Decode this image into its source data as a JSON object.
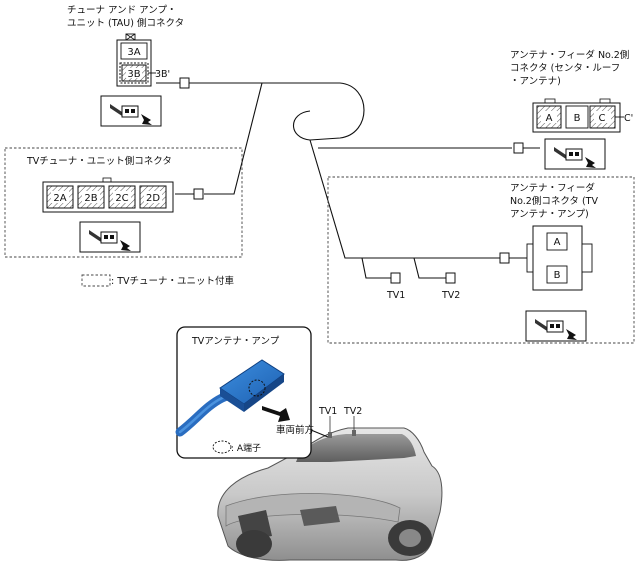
{
  "tau_connector": {
    "title_line1": "チューナ アンド アンプ・",
    "title_line2": "ユニット (TAU) 側コネクタ",
    "pin_top": "3A",
    "pin_bottom": "3B",
    "pin_callout": "3B'"
  },
  "tv_tuner_connector": {
    "title": "TVチューナ・ユニット側コネクタ",
    "pins": [
      "2A",
      "2B",
      "2C",
      "2D"
    ]
  },
  "legend": {
    "text": ": TVチューナ・ユニット付車"
  },
  "feeder_roof_connector": {
    "title_line1": "アンテナ・フィーダ No.2側",
    "title_line2": "コネクタ (センタ・ルーフ",
    "title_line3": "・アンテナ)",
    "pins": [
      "A",
      "B",
      "C"
    ],
    "pin_callout": "C'"
  },
  "feeder_amp_connector": {
    "title_line1": "アンテナ・フィーダ",
    "title_line2": "No.2側コネクタ (TV",
    "title_line3": "アンテナ・アンプ)",
    "pins": [
      "A",
      "B"
    ]
  },
  "branches": {
    "tv1": "TV1",
    "tv2": "TV2"
  },
  "detail_panel": {
    "title": "TVアンテナ・アンプ",
    "direction": "車両前方",
    "terminal_legend": ": A端子"
  },
  "vehicle_labels": {
    "tv1": "TV1",
    "tv2": "TV2"
  }
}
